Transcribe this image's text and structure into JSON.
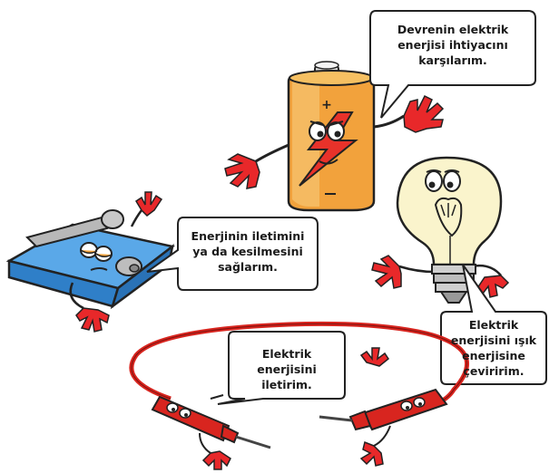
{
  "bubbles": {
    "battery": {
      "line1": "Devrenin elektrik",
      "line2": "enerjisi ihtiyacını",
      "line3": "karşılarım."
    },
    "switch": {
      "line1": "Enerjinin iletimini",
      "line2": "ya da kesilmesini",
      "line3": "sağlarım."
    },
    "bulb": {
      "line1": "Elektrik",
      "line2": "enerjisini ışık",
      "line3": "enerjisine",
      "line4": "çeviririm."
    },
    "wire": {
      "line1": "Elektrik enerjisini",
      "line2": "iletirim."
    }
  },
  "battery_label": "+",
  "icons": [
    "battery-character-icon",
    "switch-character-icon",
    "light-bulb-character-icon",
    "wire-probe-character-icon"
  ],
  "colors": {
    "battery_body": "#f2a23c",
    "bolt": "#e8322a",
    "switch_body": "#3a8fd9",
    "wire": "#d8251f",
    "hand": "#e8282a",
    "bubble_border": "#222222"
  }
}
